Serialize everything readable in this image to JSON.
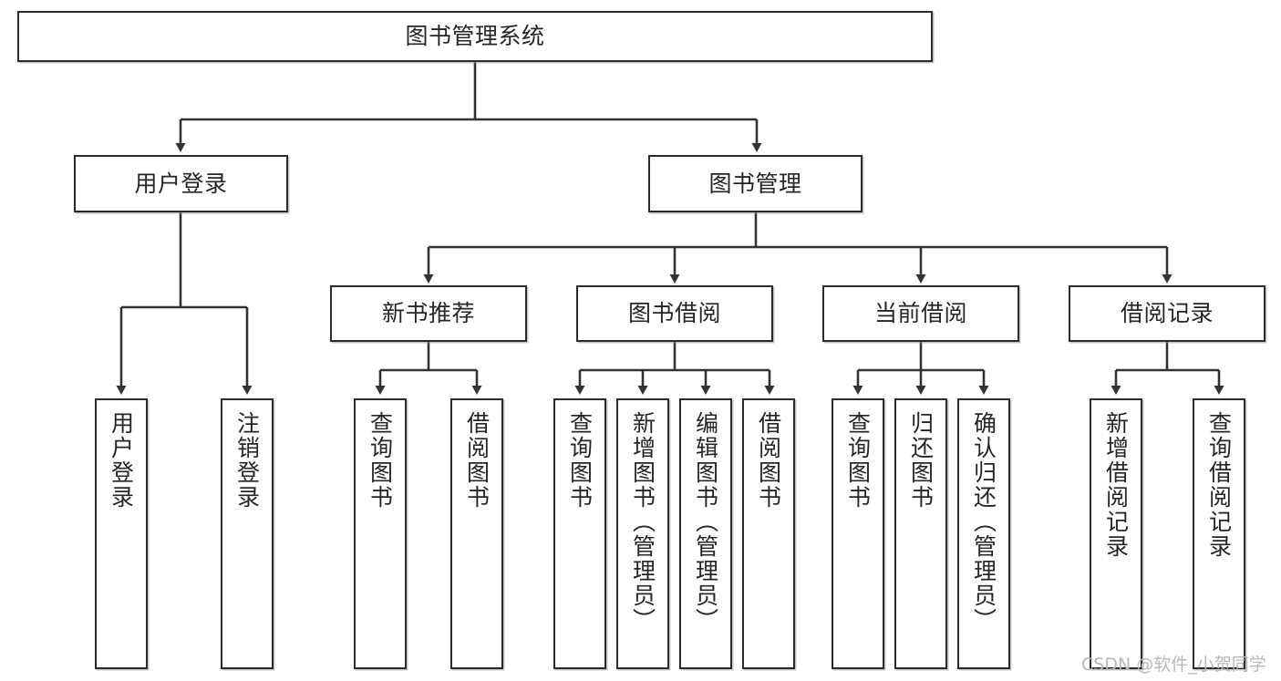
{
  "diagram": {
    "title": "图书管理系统",
    "type": "tree",
    "watermark": "CSDN @软件_小贺同学",
    "colors": {
      "box_border": "#2b2b2b",
      "box_fill": "#ffffff",
      "text": "#262626",
      "edge": "#333333",
      "watermark": "#b8b8b8"
    },
    "nodes": {
      "root": {
        "label": "图书管理系统"
      },
      "level2": [
        {
          "label": "用户登录"
        },
        {
          "label": "图书管理"
        }
      ],
      "level3": [
        {
          "label": "新书推荐"
        },
        {
          "label": "图书借阅"
        },
        {
          "label": "当前借阅"
        },
        {
          "label": "借阅记录"
        }
      ],
      "leaves_user_login": [
        {
          "label": "用户登录"
        },
        {
          "label": "注销登录"
        }
      ],
      "leaves_new_book": [
        {
          "label": "查询图书"
        },
        {
          "label": "借阅图书"
        }
      ],
      "leaves_borrow": [
        {
          "label": "查询图书"
        },
        {
          "label": "新增图书（管理员）"
        },
        {
          "label": "编辑图书（管理员）"
        },
        {
          "label": "借阅图书"
        }
      ],
      "leaves_current": [
        {
          "label": "查询图书"
        },
        {
          "label": "归还图书"
        },
        {
          "label": "确认归还（管理员）"
        }
      ],
      "leaves_records": [
        {
          "label": "新增借阅记录"
        },
        {
          "label": "查询借阅记录"
        }
      ]
    }
  }
}
